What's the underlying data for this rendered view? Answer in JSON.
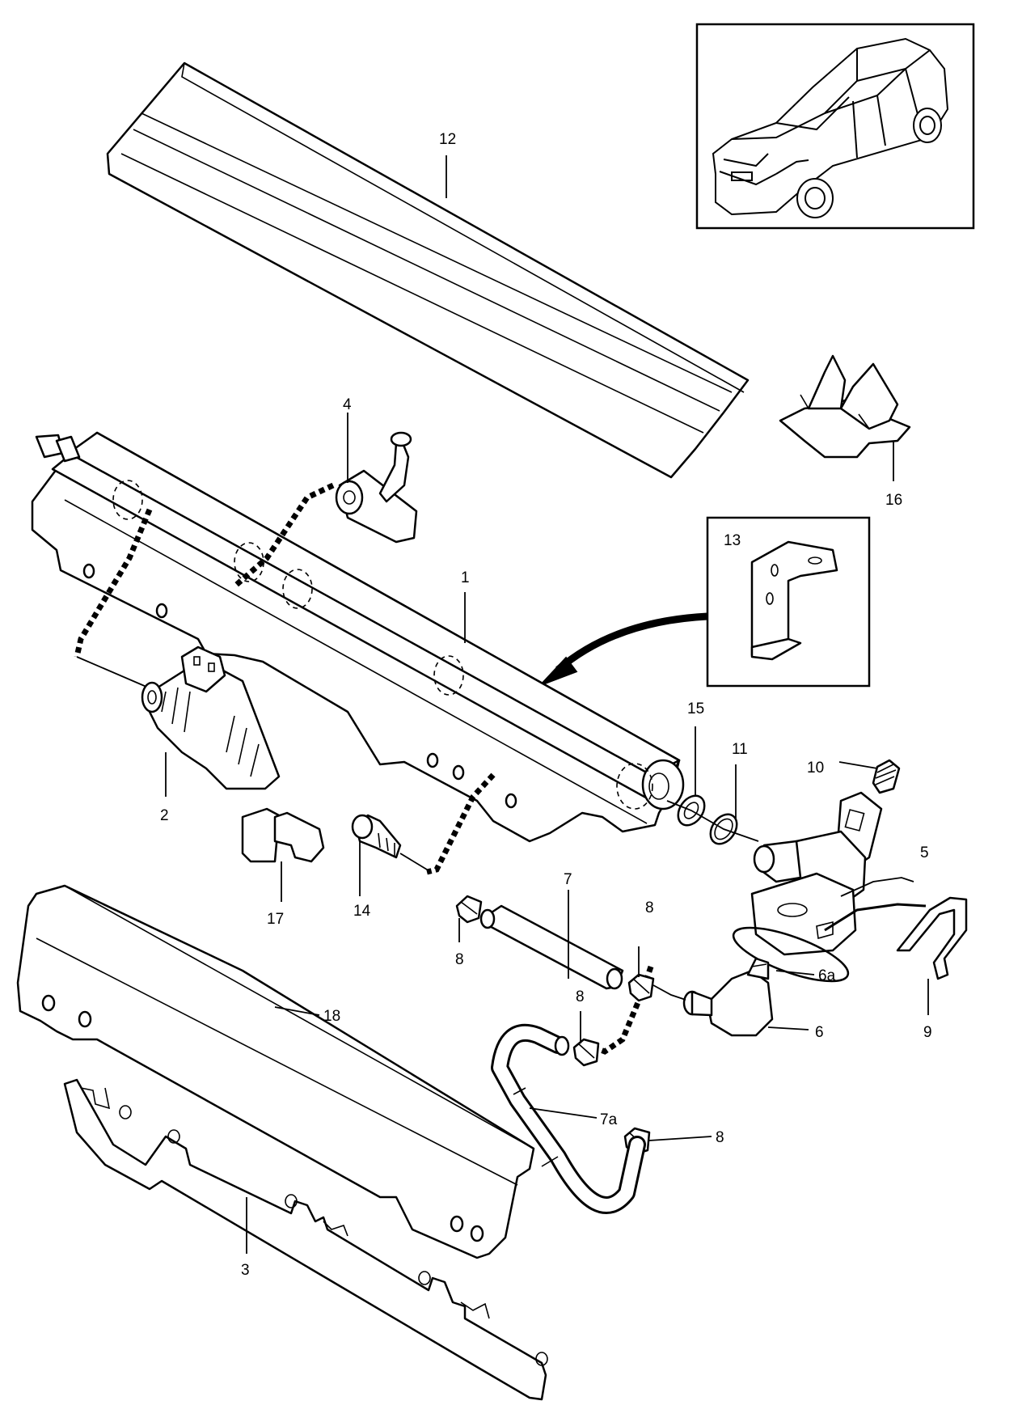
{
  "callouts": {
    "c1": "1",
    "c2": "2",
    "c3": "3",
    "c4": "4",
    "c5": "5",
    "c6": "6",
    "c6a": "6a",
    "c7": "7",
    "c7a": "7a",
    "c8": "8",
    "c9": "9",
    "c10": "10",
    "c11": "11",
    "c12": "12",
    "c13": "13",
    "c14": "14",
    "c15": "15",
    "c16": "16",
    "c17": "17",
    "c18": "18"
  }
}
